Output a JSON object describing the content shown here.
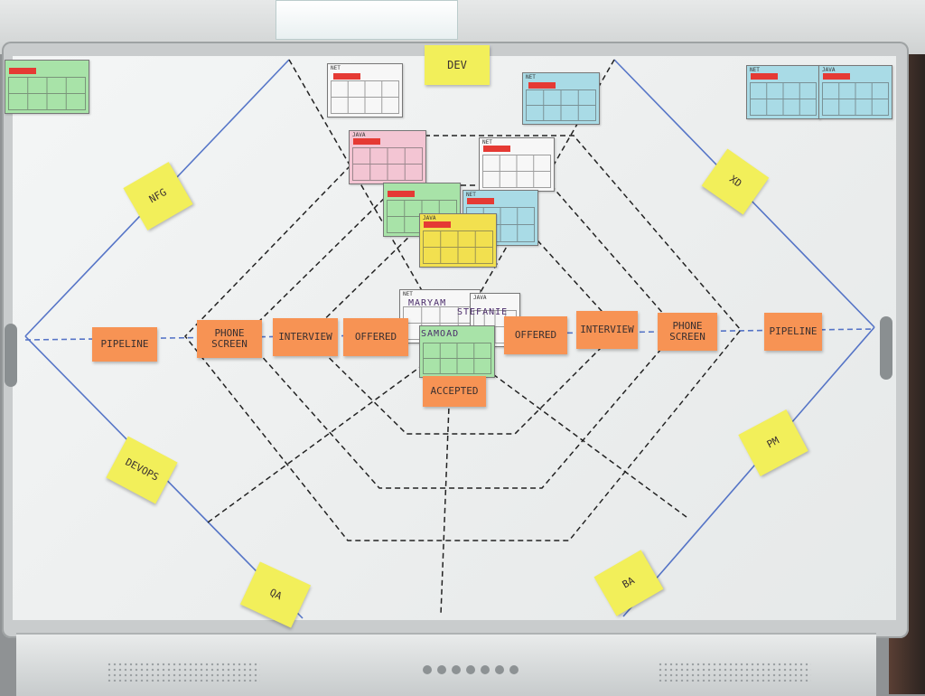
{
  "board": {
    "title_note": "DEV",
    "stage_notes_left": [
      "PIPELINE",
      "PHONE\nSCREEN",
      "INTERVIEW",
      "OFFERED"
    ],
    "stage_notes_right": [
      "OFFERED",
      "INTERVIEW",
      "PHONE\nSCREEN",
      "PIPELINE"
    ],
    "center_note": "ACCEPTED",
    "team_notes": {
      "nfg": "NFG",
      "xd": "XD",
      "devops": "DEVOPS",
      "pm": "PM",
      "qa": "QA",
      "ba": "BA"
    },
    "card_labels": {
      "net": "NET",
      "java": "JAVA"
    },
    "candidate_names": [
      "MARYAM",
      "STEFANIE",
      "SAMOAD"
    ],
    "colors": {
      "orange_note": "#f79354",
      "yellow_note": "#f2ef5a",
      "card_red_tag": "#e53a34"
    }
  }
}
